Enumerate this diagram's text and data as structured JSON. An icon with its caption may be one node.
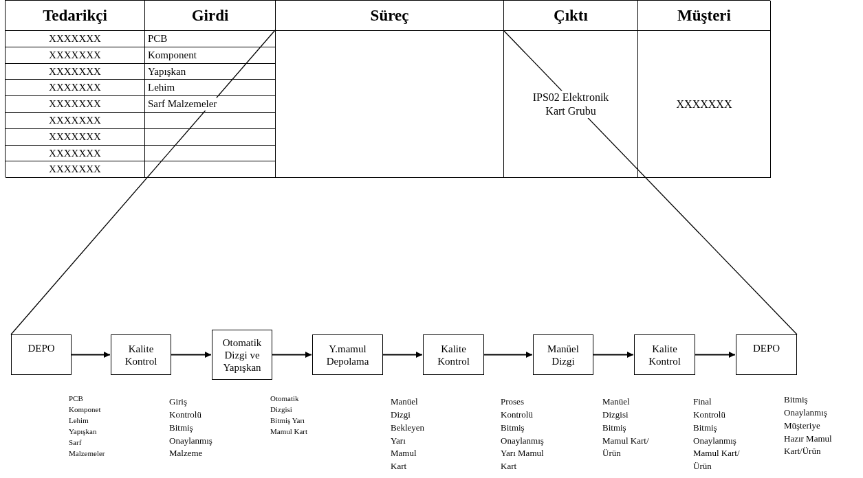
{
  "diagram": {
    "nodes": [
      {
        "text": [],
        "shape": "box"
      },
      {
        "text": [
          "DEPO"
        ],
        "beside": [
          "PCB Komponet Lehim Yapışkan Sarf Malzemeler"
        ]
      },
      {
        "text": [
          "Kalite Kontrol"
        ],
        "beside": [
          "Giriş Kontrolü Bitmiş Onaylanmış Malzeme"
        ]
      },
      {
        "text": [
          "Otomatik Dizgi ve Yapışkan"
        ],
        "beside": [
          "Otomatik Dizgisi Bitmiş Yarı Mamul Kart"
        ]
      },
      {
        "text": [
          "Y.mamul Depolama"
        ],
        "beside": [
          "Manüel Dizgi Bekleyen Yarı Mamul Kart"
        ]
      },
      {
        "text": [
          "Kalite Kontrol"
        ],
        "beside": [
          "Proses Kontrolü Bitmiş Onaylanmış Yarı Mamul Kart"
        ]
      },
      {
        "text": [
          "Manüel Dizgi"
        ],
        "beside": [
          "Manüel Dizgisi Bitmiş Mamul Kart/Ürün"
        ]
      },
      {
        "text": [
          "Kalite Kontrol"
        ],
        "beside": [
          "Final Kontrolü Bitmiş Onaylanmış Mamul Kart/Ürün"
        ]
      },
      {
        "text": [
          "DEPO"
        ],
        "beside": [
          "Bitmiş Onaylanmış Müşteriye Hazır Mamul Kart/Ürün"
        ]
      }
    ],
    "edges": [
      {
        "from": 0,
        "to": 1,
        "arrow": "none"
      },
      {
        "from": 0,
        "to": 8,
        "arrow": "none"
      },
      {
        "from": 1,
        "to": 2,
        "arrow": "to"
      },
      {
        "from": 2,
        "to": 3,
        "arrow": "to"
      },
      {
        "from": 3,
        "to": 4,
        "arrow": "to"
      },
      {
        "from": 4,
        "to": 5,
        "arrow": "to"
      },
      {
        "from": 5,
        "to": 6,
        "arrow": "to"
      },
      {
        "from": 6,
        "to": 7,
        "arrow": "to"
      },
      {
        "from": 7,
        "to": 8,
        "arrow": "to"
      }
    ],
    "labels": [
      "Tedarikçi",
      "Girdi",
      "Süreç",
      "Çıktı",
      "Müşteri",
      "XXXXXXX",
      "PCB",
      "XXXXXXX",
      "Komponent",
      "XXXXXXX",
      "Yapışkan",
      "XXXXXXX",
      "Lehim",
      "XXXXXXX",
      "Sarf Malzemeler",
      "XXXXXXX",
      "XXXXXXX",
      "XXXXXXX",
      "XXXXXXX",
      "IPS02 Elektronik Kart Grubu",
      "XXXXXXX"
    ]
  }
}
